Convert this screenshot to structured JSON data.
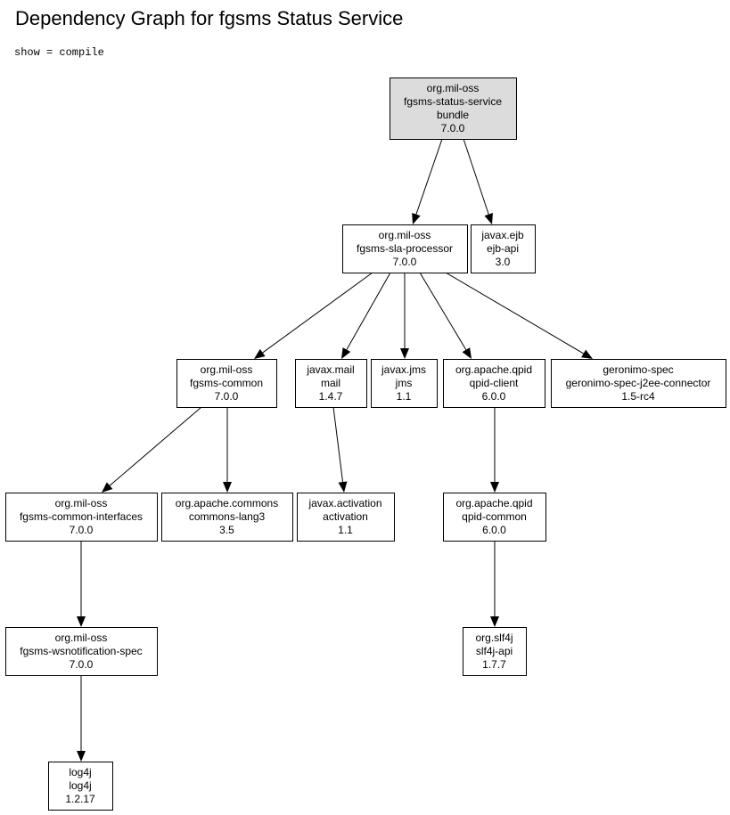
{
  "header": {
    "title": "Dependency Graph for fgsms Status Service",
    "subtitle": "show = compile"
  },
  "colors": {
    "root_fill": "#dcdcdc",
    "node_fill": "#ffffff",
    "stroke": "#000000"
  },
  "graph": {
    "nodes": [
      {
        "id": "status-service",
        "lines": [
          "org.mil-oss",
          "fgsms-status-service",
          "bundle",
          "7.0.0"
        ],
        "root": true
      },
      {
        "id": "sla-processor",
        "lines": [
          "org.mil-oss",
          "fgsms-sla-processor",
          "7.0.0"
        ]
      },
      {
        "id": "ejb-api",
        "lines": [
          "javax.ejb",
          "ejb-api",
          "3.0"
        ]
      },
      {
        "id": "fgsms-common",
        "lines": [
          "org.mil-oss",
          "fgsms-common",
          "7.0.0"
        ]
      },
      {
        "id": "mail",
        "lines": [
          "javax.mail",
          "mail",
          "1.4.7"
        ]
      },
      {
        "id": "jms",
        "lines": [
          "javax.jms",
          "jms",
          "1.1"
        ]
      },
      {
        "id": "qpid-client",
        "lines": [
          "org.apache.qpid",
          "qpid-client",
          "6.0.0"
        ]
      },
      {
        "id": "j2ee-connector",
        "lines": [
          "geronimo-spec",
          "geronimo-spec-j2ee-connector",
          "1.5-rc4"
        ]
      },
      {
        "id": "common-interfaces",
        "lines": [
          "org.mil-oss",
          "fgsms-common-interfaces",
          "7.0.0"
        ]
      },
      {
        "id": "commons-lang3",
        "lines": [
          "org.apache.commons",
          "commons-lang3",
          "3.5"
        ]
      },
      {
        "id": "activation",
        "lines": [
          "javax.activation",
          "activation",
          "1.1"
        ]
      },
      {
        "id": "qpid-common",
        "lines": [
          "org.apache.qpid",
          "qpid-common",
          "6.0.0"
        ]
      },
      {
        "id": "wsnotification-spec",
        "lines": [
          "org.mil-oss",
          "fgsms-wsnotification-spec",
          "7.0.0"
        ]
      },
      {
        "id": "slf4j-api",
        "lines": [
          "org.slf4j",
          "slf4j-api",
          "1.7.7"
        ]
      },
      {
        "id": "log4j",
        "lines": [
          "log4j",
          "log4j",
          "1.2.17"
        ]
      }
    ],
    "edges": [
      {
        "from": "status-service",
        "to": "sla-processor"
      },
      {
        "from": "status-service",
        "to": "ejb-api"
      },
      {
        "from": "sla-processor",
        "to": "fgsms-common"
      },
      {
        "from": "sla-processor",
        "to": "mail"
      },
      {
        "from": "sla-processor",
        "to": "jms"
      },
      {
        "from": "sla-processor",
        "to": "qpid-client"
      },
      {
        "from": "sla-processor",
        "to": "j2ee-connector"
      },
      {
        "from": "fgsms-common",
        "to": "common-interfaces"
      },
      {
        "from": "fgsms-common",
        "to": "commons-lang3"
      },
      {
        "from": "mail",
        "to": "activation"
      },
      {
        "from": "qpid-client",
        "to": "qpid-common"
      },
      {
        "from": "common-interfaces",
        "to": "wsnotification-spec"
      },
      {
        "from": "qpid-common",
        "to": "slf4j-api"
      },
      {
        "from": "wsnotification-spec",
        "to": "log4j"
      }
    ]
  }
}
